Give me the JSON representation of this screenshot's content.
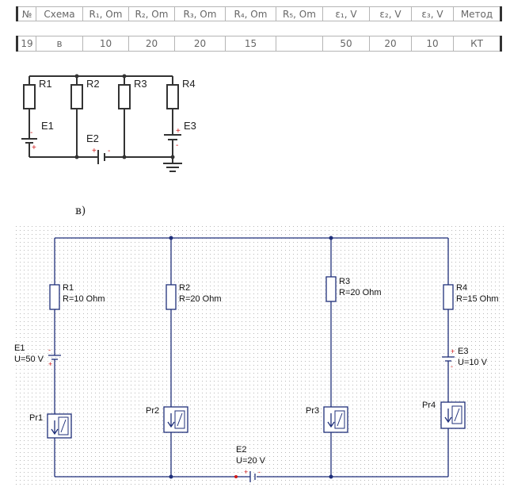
{
  "table": {
    "headers": [
      "№",
      "Схема",
      "R₁, Om",
      "R₂, Om",
      "R₃, Om",
      "R₄, Om",
      "R₅, Om",
      "ε₁, V",
      "ε₂, V",
      "ε₃, V",
      "Метод"
    ],
    "row": [
      "19",
      "в",
      "10",
      "20",
      "20",
      "15",
      "",
      "50",
      "20",
      "10",
      "КТ"
    ]
  },
  "schematic": {
    "labels": [
      "R1",
      "R2",
      "R3",
      "R4",
      "E1",
      "E2",
      "E3"
    ],
    "pol_plus": "+",
    "pol_minus": "-"
  },
  "variant_label": "в)",
  "sim": {
    "resistors": [
      {
        "name": "R1",
        "value": "R=10 Ohm"
      },
      {
        "name": "R2",
        "value": "R=20 Ohm"
      },
      {
        "name": "R3",
        "value": "R=20 Ohm"
      },
      {
        "name": "R4",
        "value": "R=15 Ohm"
      }
    ],
    "sources": [
      {
        "name": "E1",
        "value": "U=50 V"
      },
      {
        "name": "E2",
        "value": "U=20 V"
      },
      {
        "name": "E3",
        "value": "U=10 V"
      }
    ],
    "probes": [
      "Pr1",
      "Pr2",
      "Pr3",
      "Pr4"
    ],
    "colors": {
      "wire": "#1f2f7a",
      "grid": "#b8b8b8",
      "polarity": "#d01818"
    }
  }
}
